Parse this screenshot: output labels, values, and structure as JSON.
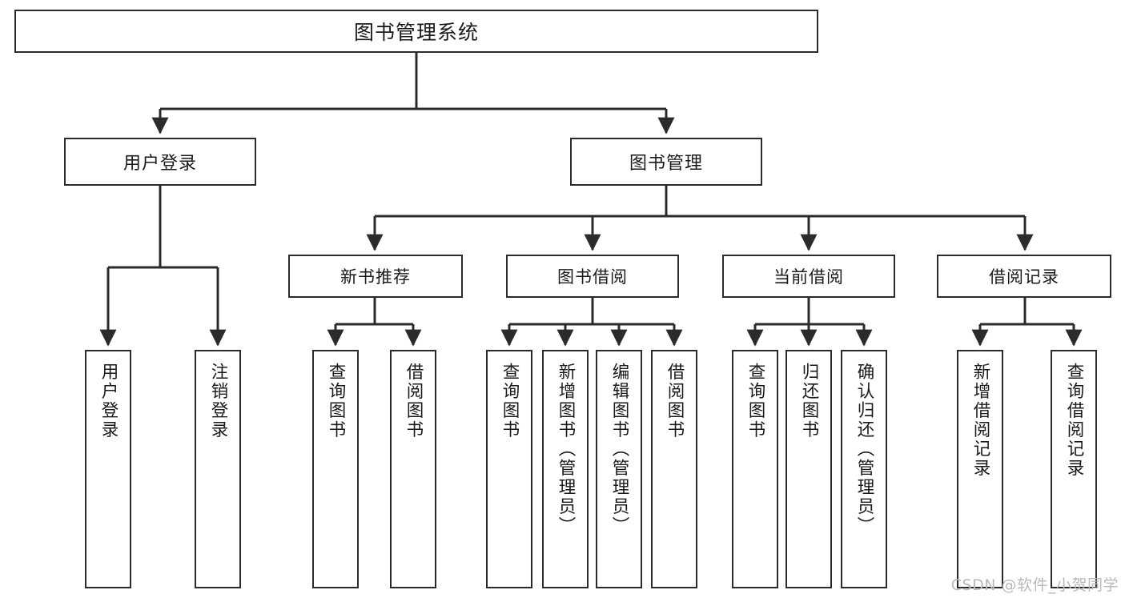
{
  "diagram": {
    "title": "图书管理系统",
    "type": "tree-hierarchy",
    "root": {
      "id": "root",
      "label": "图书管理系统"
    },
    "level1": [
      {
        "id": "user-login",
        "label": "用户登录"
      },
      {
        "id": "book-management",
        "label": "图书管理"
      }
    ],
    "level2": [
      {
        "id": "new-book-recommend",
        "label": "新书推荐",
        "parent": "book-management"
      },
      {
        "id": "book-borrow",
        "label": "图书借阅",
        "parent": "book-management"
      },
      {
        "id": "current-borrow",
        "label": "当前借阅",
        "parent": "book-management"
      },
      {
        "id": "borrow-record",
        "label": "借阅记录",
        "parent": "book-management"
      }
    ],
    "leaves": {
      "user_login": [
        {
          "id": "leaf-user-login",
          "label": "用户登录"
        },
        {
          "id": "leaf-user-logout",
          "label": "注销登录"
        }
      ],
      "new_book_recommend": [
        {
          "id": "leaf-query-book-1",
          "label": "查询图书"
        },
        {
          "id": "leaf-borrow-book-1",
          "label": "借阅图书"
        }
      ],
      "book_borrow": [
        {
          "id": "leaf-query-book-2",
          "label": "查询图书"
        },
        {
          "id": "leaf-add-book",
          "label": "新增图书（管理员）"
        },
        {
          "id": "leaf-edit-book",
          "label": "编辑图书（管理员）"
        },
        {
          "id": "leaf-borrow-book-2",
          "label": "借阅图书"
        }
      ],
      "current_borrow": [
        {
          "id": "leaf-query-book-3",
          "label": "查询图书"
        },
        {
          "id": "leaf-return-book",
          "label": "归还图书"
        },
        {
          "id": "leaf-confirm-return",
          "label": "确认归还（管理员）"
        }
      ],
      "borrow_record": [
        {
          "id": "leaf-add-record",
          "label": "新增借阅记录"
        },
        {
          "id": "leaf-query-record",
          "label": "查询借阅记录"
        }
      ]
    }
  },
  "watermark": {
    "text": "CSDN @软件_小贺同学"
  },
  "colors": {
    "stroke": "#2b2b2b",
    "background": "#ffffff",
    "text": "#1a1a1a",
    "watermark": "#b9b9b9"
  }
}
